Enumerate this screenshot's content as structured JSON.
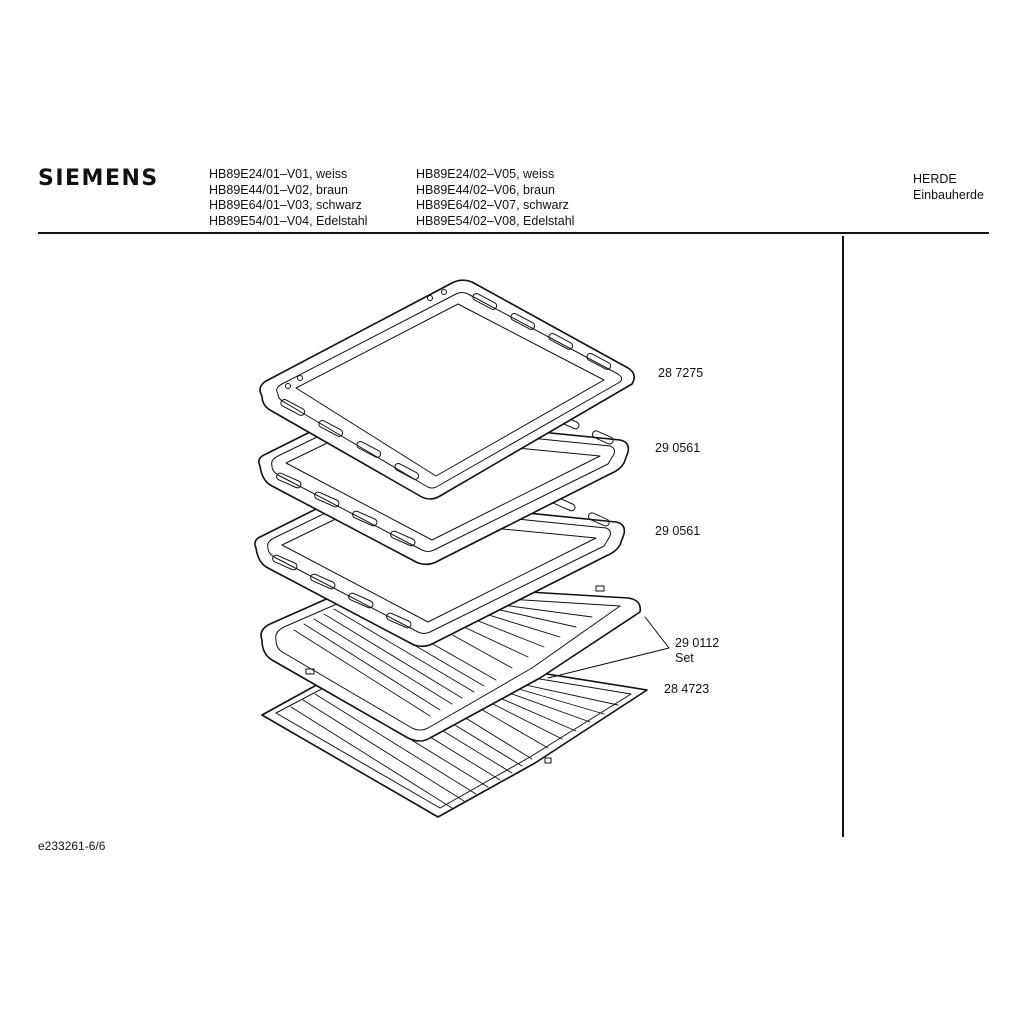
{
  "header": {
    "brand": "SIEMENS",
    "models_col1": [
      "HB89E24/01–V01, weiss",
      "HB89E44/01–V02, braun",
      "HB89E64/01–V03, schwarz",
      "HB89E54/01–V04, Edelstahl"
    ],
    "models_col2": [
      "HB89E24/02–V05, weiss",
      "HB89E44/02–V06, braun",
      "HB89E64/02–V07, schwarz",
      "HB89E54/02–V08, Edelstahl"
    ],
    "category": "HERDE",
    "subcategory": "Einbauherde"
  },
  "parts": {
    "p1": "28 7275",
    "p2": "29  0561",
    "p3": "29 0561",
    "p4_line1": "29 0112",
    "p4_line2": "Set",
    "p5": "28 4723"
  },
  "footer": {
    "doc_id": "e233261-6/6"
  }
}
